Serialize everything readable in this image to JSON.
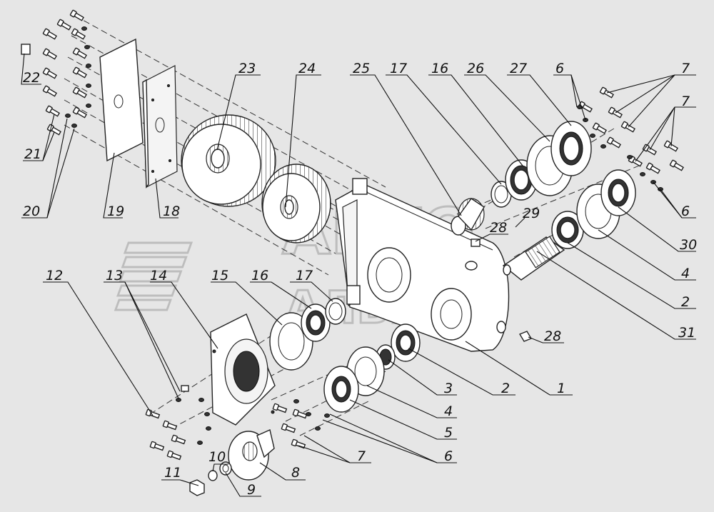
{
  "watermark": {
    "line1": "АВТО",
    "line2": "АЛЬЯНС"
  },
  "callouts": [
    {
      "num": "1"
    },
    {
      "num": "2"
    },
    {
      "num": "3"
    },
    {
      "num": "4"
    },
    {
      "num": "5"
    },
    {
      "num": "6"
    },
    {
      "num": "7"
    },
    {
      "num": "8"
    },
    {
      "num": "9"
    },
    {
      "num": "10"
    },
    {
      "num": "11"
    },
    {
      "num": "12"
    },
    {
      "num": "13"
    },
    {
      "num": "14"
    },
    {
      "num": "15"
    },
    {
      "num": "16"
    },
    {
      "num": "17"
    },
    {
      "num": "18"
    },
    {
      "num": "19"
    },
    {
      "num": "20"
    },
    {
      "num": "21"
    },
    {
      "num": "22"
    },
    {
      "num": "23"
    },
    {
      "num": "24"
    },
    {
      "num": "25"
    },
    {
      "num": "17"
    },
    {
      "num": "16"
    },
    {
      "num": "26"
    },
    {
      "num": "27"
    },
    {
      "num": "6"
    },
    {
      "num": "7"
    },
    {
      "num": "7"
    },
    {
      "num": "6"
    },
    {
      "num": "29"
    },
    {
      "num": "28"
    },
    {
      "num": "30"
    },
    {
      "num": "4"
    },
    {
      "num": "2"
    },
    {
      "num": "31"
    },
    {
      "num": "28"
    }
  ]
}
